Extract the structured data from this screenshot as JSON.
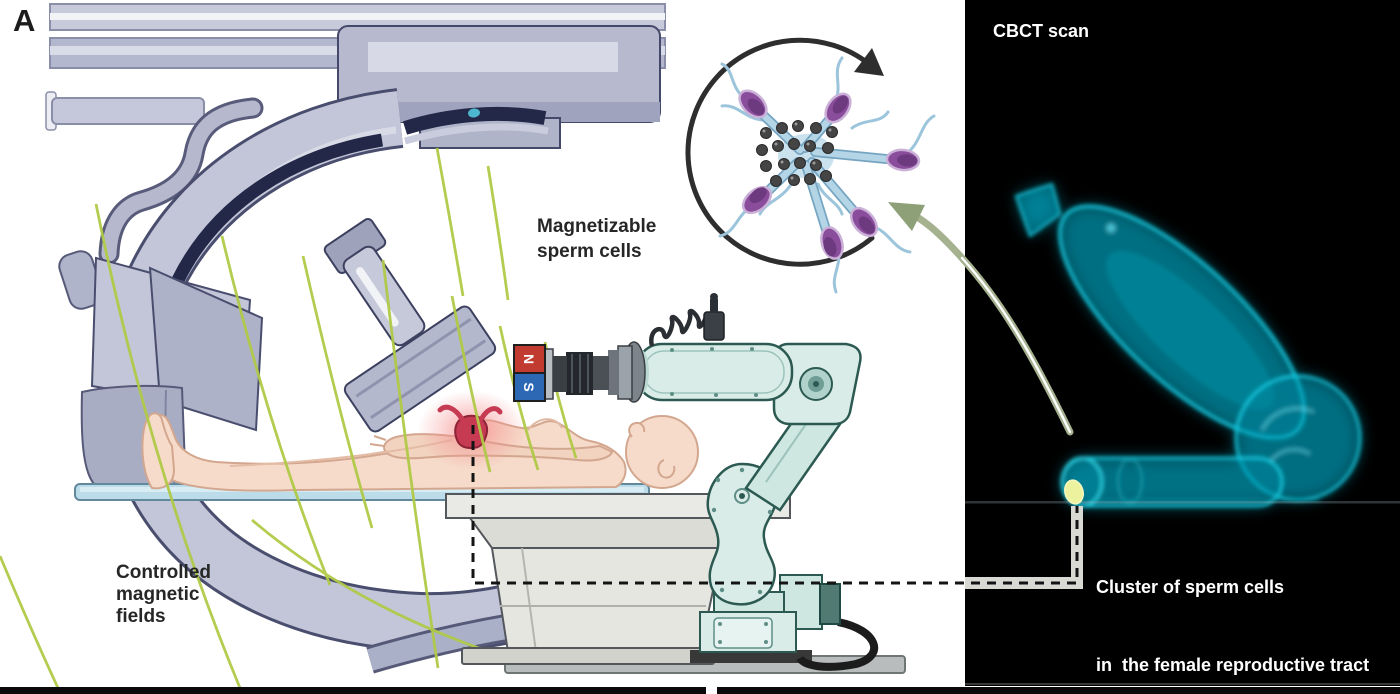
{
  "figure": {
    "panel_label": "A"
  },
  "labels": {
    "magnetizable": {
      "line1": "Magnetizable",
      "line2": "sperm cells"
    },
    "controlled": {
      "line1": "Controlled",
      "line2": "magnetic",
      "line3": "fields"
    }
  },
  "cbct_panel": {
    "title": "CBCT scan",
    "caption_line1": "Cluster of sperm cells",
    "caption_line2": "in  the female reproductive tract"
  },
  "magnet": {
    "north_label": "N",
    "south_label": "S"
  },
  "colors": {
    "machine_lavender": "#c3c6d8",
    "machine_navy": "#232849",
    "robot_mint": "#d9ece7",
    "magnet_north_red": "#c23b31",
    "magnet_south_blue": "#2d68b5",
    "field_line_green": "#b0ca47",
    "sperm_head_purple": "#8a4d9c",
    "sperm_tail_blue": "#a9d0e4",
    "particle_gray": "#454545",
    "cbct_teal": "#19d3ea",
    "cluster_yellow": "#edf29e",
    "arrow_sage": "#a6b190",
    "skin": "#f6dbca",
    "uterus_red": "#c63a52",
    "table_blue": "#bcdcea"
  }
}
